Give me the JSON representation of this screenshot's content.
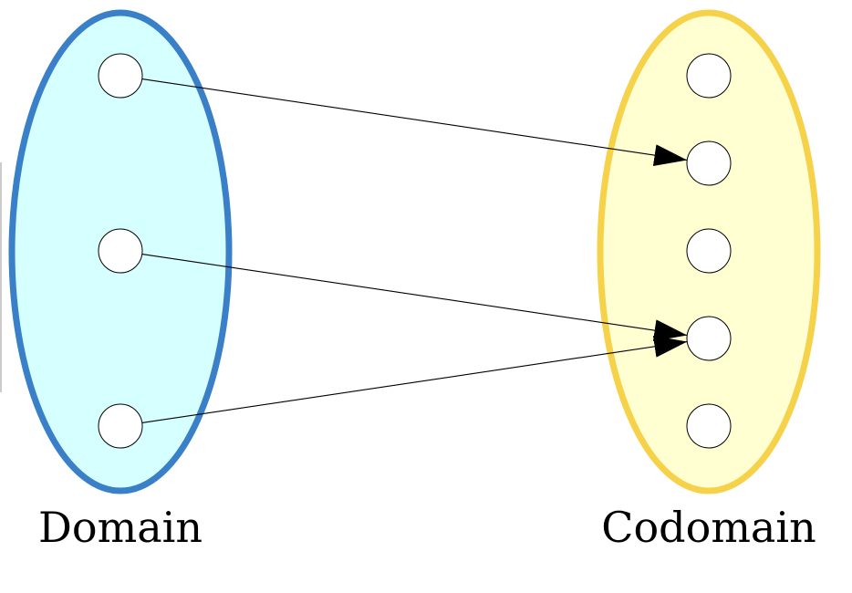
{
  "diagram": {
    "domain": {
      "label": "Domain",
      "fill_color": "#d6ffff",
      "stroke_color": "#3a80c8",
      "elements": [
        "d1",
        "d2",
        "d3"
      ]
    },
    "codomain": {
      "label": "Codomain",
      "fill_color": "#ffffd2",
      "stroke_color": "#f5d24a",
      "elements": [
        "c1",
        "c2",
        "c3",
        "c4",
        "c5"
      ]
    },
    "node_fill": "#ffffff",
    "node_stroke": "#000000",
    "arrow_color": "#000000",
    "mappings": [
      {
        "from": "d1",
        "to": "c2"
      },
      {
        "from": "d2",
        "to": "c4"
      },
      {
        "from": "d3",
        "to": "c4"
      }
    ]
  }
}
